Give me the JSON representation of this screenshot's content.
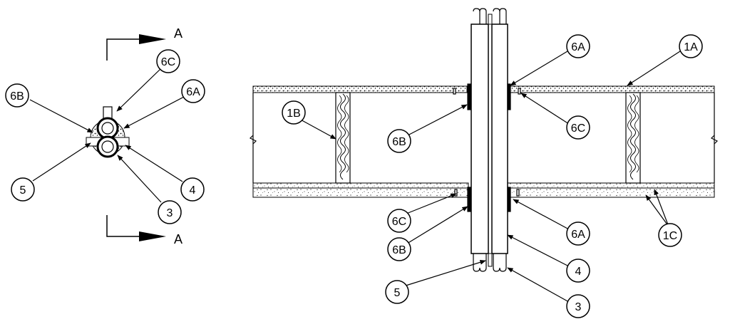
{
  "section_labels": {
    "top": "A",
    "bottom": "A"
  },
  "plan_callouts": {
    "c6c": "6C",
    "c6b": "6B",
    "c6a": "6A",
    "c5": "5",
    "c4": "4",
    "c3": "3"
  },
  "section_callouts": {
    "c6a_top": "6A",
    "c1a": "1A",
    "c1b": "1B",
    "c6c_top": "6C",
    "c6b_top": "6B",
    "c6c_bot": "6C",
    "c6b_bot": "6B",
    "c6a_bot": "6A",
    "c1c": "1C",
    "c4": "4",
    "c5": "5",
    "c3": "3"
  }
}
